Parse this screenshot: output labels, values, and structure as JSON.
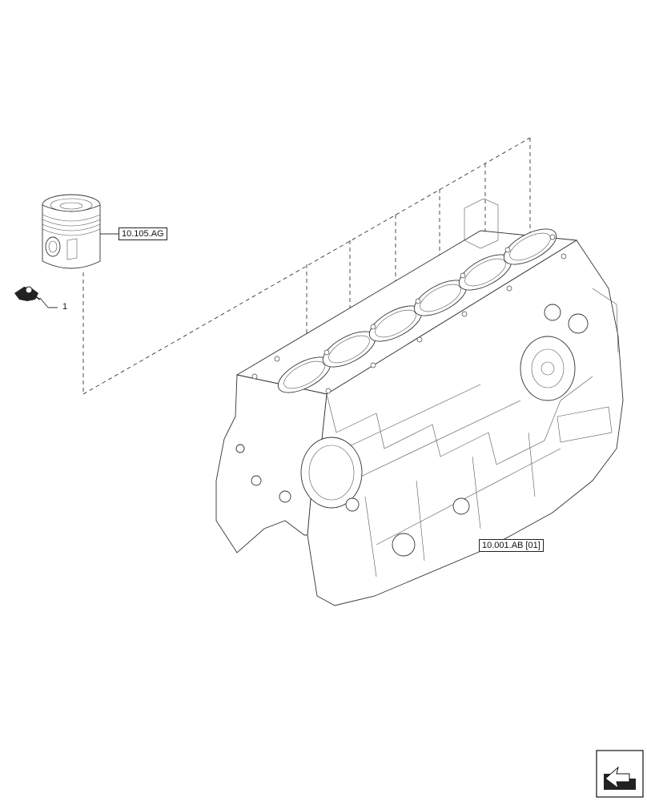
{
  "callouts": {
    "piston_ref": "10.105.AG",
    "block_ref": "10.001.AB [01]",
    "sensor_item": "1"
  },
  "nav_icon": "arrow-folder-icon"
}
